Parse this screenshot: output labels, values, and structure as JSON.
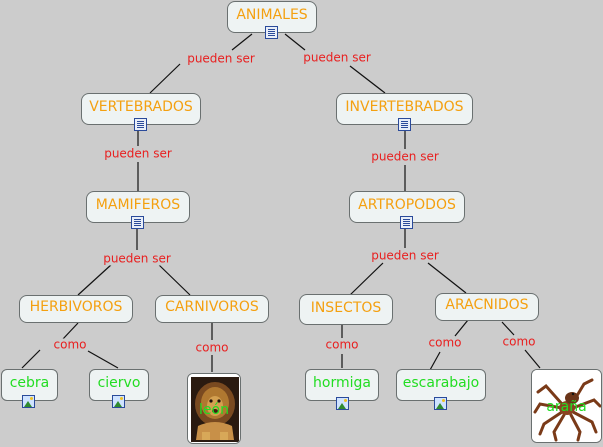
{
  "nodes": {
    "animales": "ANIMALES",
    "vertebrados": "VERTEBRADOS",
    "invertebrados": "INVERTEBRADOS",
    "mamiferos": "MAMIFEROS",
    "artropodos": "ARTROPODOS",
    "herbivoros": "HERBIVOROS",
    "carnivoros": "CARNIVOROS",
    "insectos": "INSECTOS",
    "aracnidos": "ARACNIDOS",
    "cebra": "cebra",
    "ciervo": "ciervo",
    "leon": "león",
    "hormiga": "hormiga",
    "escarabajo": "escarabajo",
    "arana": "araña"
  },
  "links": {
    "pueden_ser": "pueden ser",
    "como": "como"
  },
  "icons": {
    "document": "document-icon",
    "image": "image-icon"
  },
  "colors": {
    "background": "#cccccc",
    "concept_text": "#f4a010",
    "leaf_text": "#22dd22",
    "link_text": "#e82020"
  }
}
